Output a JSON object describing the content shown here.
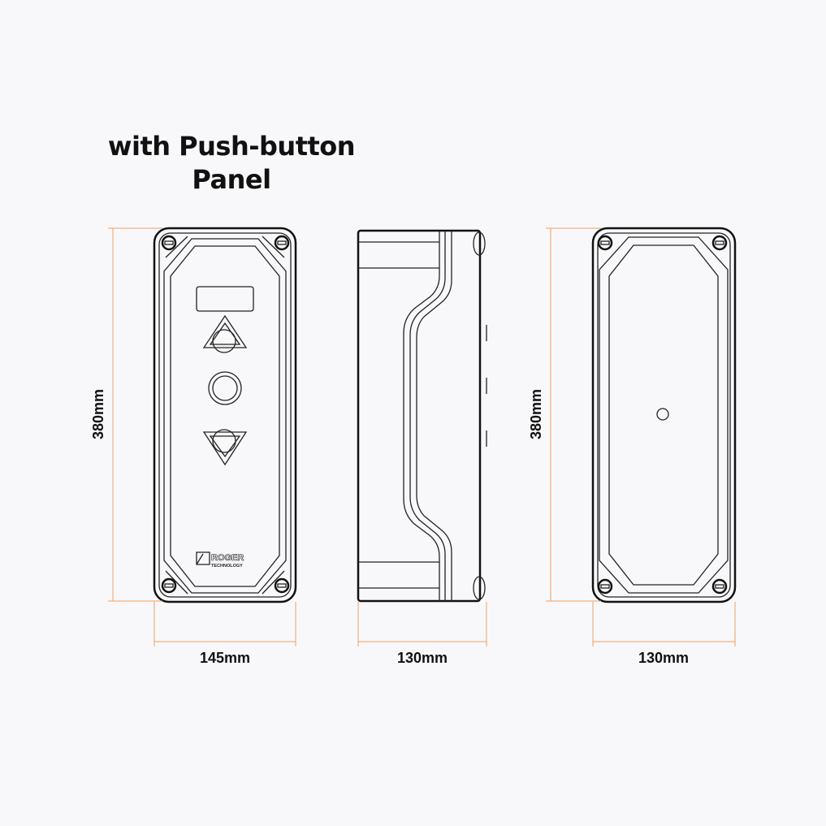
{
  "title": {
    "line1": "with Push-button",
    "line2": "Panel"
  },
  "front_view": {
    "height_label": "380mm",
    "width_label": "145mm",
    "logo_text": "ROGER",
    "logo_subtext": "TECHNOLOGY"
  },
  "side_view": {
    "width_label": "130mm"
  },
  "back_view": {
    "height_label": "380mm",
    "width_label": "130mm"
  },
  "colors": {
    "dimension_line": "#f0a060",
    "outline": "#222222",
    "background": "#f8f8fa"
  }
}
